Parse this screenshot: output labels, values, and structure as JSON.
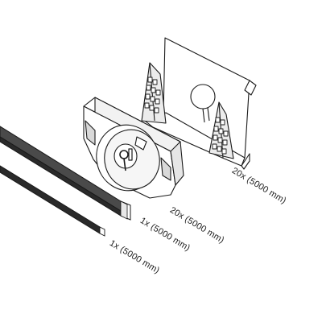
{
  "parts": {
    "bracket": {
      "label": "20x (5000 mm)"
    },
    "clip": {
      "label": "20x (5000 mm)"
    },
    "profile": {
      "label": "1x (5000 mm)"
    },
    "strip": {
      "label": "1x (5000 mm)"
    }
  },
  "colors": {
    "line": "#1a1a1a",
    "profile_fill": "#4a4a4a",
    "profile_dark": "#2a2a2a",
    "face": "#ffffff",
    "shade": "#d9d9d9"
  }
}
